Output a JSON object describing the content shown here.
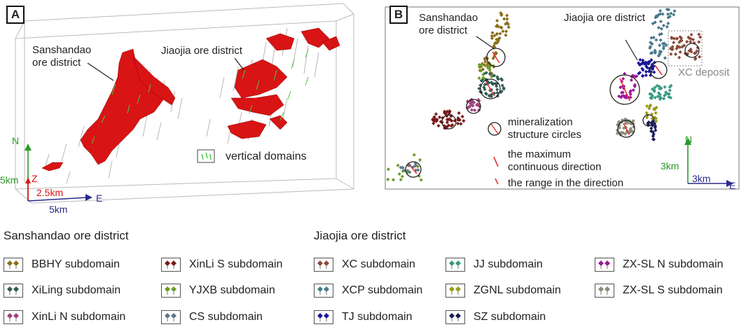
{
  "panelA": {
    "tag": "A",
    "label_sanshandao": "Sanshandao\nore district",
    "label_jiaojia": "Jiaojia ore district",
    "vertical_domains": "vertical domains",
    "axis_n": "N",
    "axis_z": "Z",
    "axis_e": "E",
    "scale_n": "5km",
    "scale_z": "2.5km",
    "scale_e": "5km"
  },
  "panelB": {
    "tag": "B",
    "label_sanshandao": "Sanshandao\nore district",
    "label_jiaojia": "Jiaojia ore district",
    "xc_deposit": "XC deposit",
    "legend_circles": "mineralization\nstructure circles",
    "legend_max_dir": "the maximum\ncontinuous direction",
    "legend_range": "the range in the direction",
    "axis_n": "N",
    "axis_e": "E",
    "scale_n": "3km",
    "scale_e": "3km"
  },
  "legend": {
    "sanshandao_title": "Sanshandao ore district",
    "jiaojia_title": "Jiaojia ore district",
    "sanshandao_items": [
      {
        "label": "BBHY subdomain",
        "color": "#8a6d1a"
      },
      {
        "label": "XinLi S subdomain",
        "color": "#7a1a1a"
      },
      {
        "label": "XiLing subdomain",
        "color": "#2f5b55"
      },
      {
        "label": "YJXB subdomain",
        "color": "#6d9a2a"
      },
      {
        "label": "XinLi N subdomain",
        "color": "#a0407a"
      },
      {
        "label": "CS subdomain",
        "color": "#5f7788"
      }
    ],
    "jiaojia_items": [
      {
        "label": "XC subdomain",
        "color": "#8a4a3a"
      },
      {
        "label": "JJ subdomain",
        "color": "#3a9a80"
      },
      {
        "label": "ZX-SL N subdomain",
        "color": "#9a1a9a"
      },
      {
        "label": "XCP subdomain",
        "color": "#4a7a8a"
      },
      {
        "label": "ZGNL subdomain",
        "color": "#9a9a1a"
      },
      {
        "label": "ZX-SL S subdomain",
        "color": "#8a8a7a"
      },
      {
        "label": "TJ subdomain",
        "color": "#1a1a9a"
      },
      {
        "label": "SZ subdomain",
        "color": "#1a1a5a"
      }
    ]
  },
  "colors": {
    "ore_red": "#d81414",
    "vertical_green": "#4ac84a",
    "axis_green": "#2a9a2a",
    "axis_red": "#d81414",
    "axis_blue": "#2a2a8a",
    "range_red": "#e83030"
  }
}
